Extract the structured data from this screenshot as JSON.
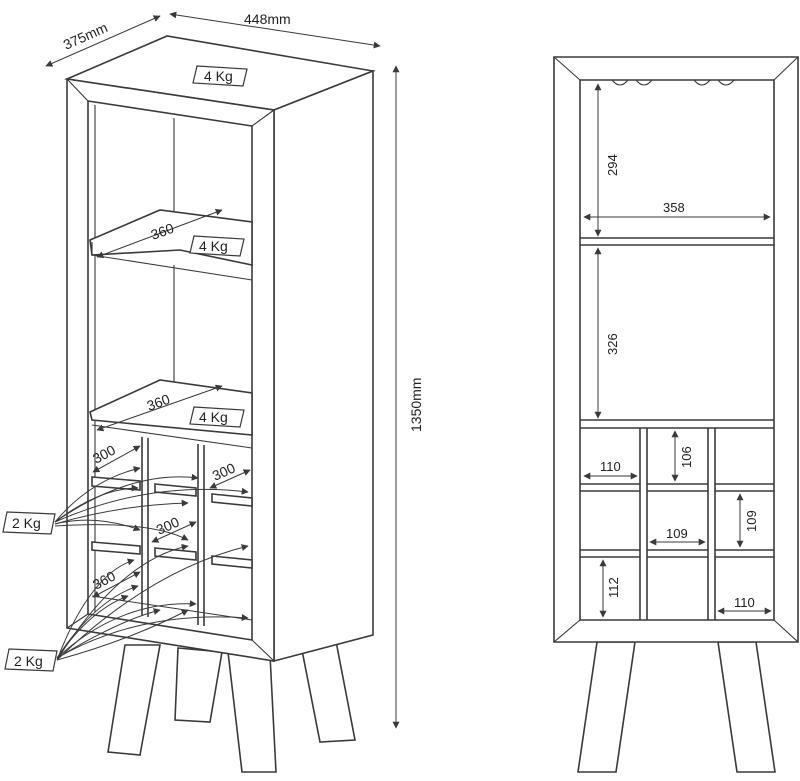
{
  "overall": {
    "depth": "375mm",
    "width": "448mm",
    "height": "1350mm"
  },
  "loads": {
    "top": "4 Kg",
    "shelf_upper": "4 Kg",
    "shelf_middle": "4 Kg",
    "cubby_group_1": "2 Kg",
    "cubby_group_2": "2 Kg"
  },
  "iso_dims": {
    "shelf_upper_depth": "360",
    "shelf_middle_depth": "360",
    "cubby_left_depth": "300",
    "cubby_right_depth": "300",
    "cubby_lower_depth": "360",
    "cubby_mid_depth": "300"
  },
  "front_dims": {
    "upper_height": "294",
    "inner_width": "358",
    "middle_height": "326",
    "cubby_left_width": "110",
    "cubby_top_height": "106",
    "cubby_center_width": "109",
    "cubby_right_height": "109",
    "cubby_bottom_height": "112",
    "cubby_bottom_right_width": "110"
  }
}
